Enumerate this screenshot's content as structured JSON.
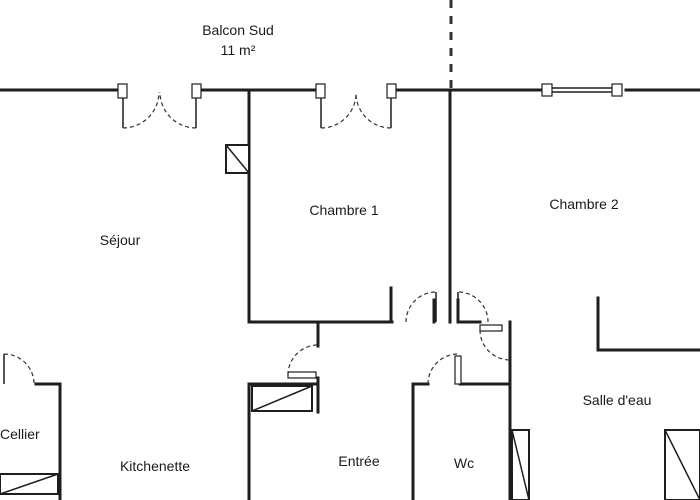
{
  "balcony": {
    "name": "Balcon Sud",
    "area": "11 m²"
  },
  "rooms": {
    "sejour": "Séjour",
    "chambre1": "Chambre 1",
    "chambre2": "Chambre 2",
    "cellier": "Cellier",
    "kitchenette": "Kitchenette",
    "entree": "Entrée",
    "wc": "Wc",
    "salle_eau": "Salle d'eau"
  }
}
